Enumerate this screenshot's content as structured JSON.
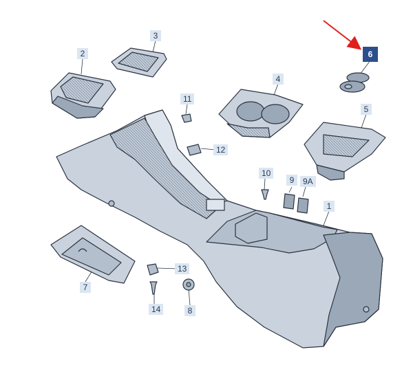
{
  "callouts": [
    {
      "id": "c1",
      "text": "1"
    },
    {
      "id": "c2",
      "text": "2"
    },
    {
      "id": "c3",
      "text": "3"
    },
    {
      "id": "c4",
      "text": "4"
    },
    {
      "id": "c5",
      "text": "5"
    },
    {
      "id": "c6",
      "text": "6",
      "highlighted": true
    },
    {
      "id": "c7",
      "text": "7"
    },
    {
      "id": "c8",
      "text": "8"
    },
    {
      "id": "c9",
      "text": "9"
    },
    {
      "id": "c9a",
      "text": "9A"
    },
    {
      "id": "c10",
      "text": "10"
    },
    {
      "id": "c11",
      "text": "11"
    },
    {
      "id": "c12",
      "text": "12"
    },
    {
      "id": "c13",
      "text": "13"
    },
    {
      "id": "c14",
      "text": "14"
    }
  ],
  "colors": {
    "part_fill": "#c9d2dd",
    "part_stroke": "#2b3340",
    "label_bg": "#dbe6f2",
    "label_text": "#2a3a52",
    "highlight_bg": "#2c4f8c",
    "arrow": "#e0201b"
  }
}
